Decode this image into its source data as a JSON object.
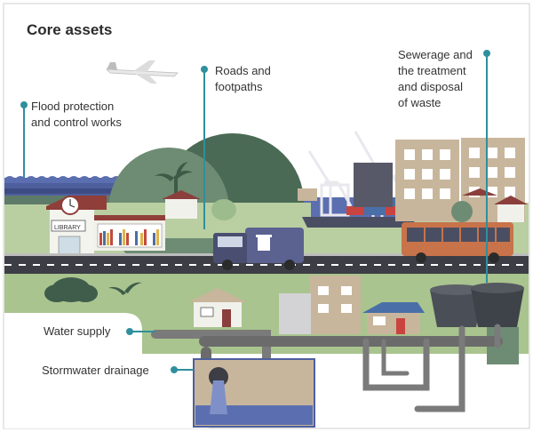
{
  "title": "Core assets",
  "labels": {
    "flood": "Flood protection\nand control works",
    "roads": "Roads and\nfootpaths",
    "sewerage": "Sewerage and\nthe treatment\nand disposal\nof waste",
    "water": "Water supply",
    "stormwater": "Stormwater drainage"
  },
  "signs": {
    "library": "LIBRARY"
  },
  "colors": {
    "teal": "#2f8f9d",
    "pipe": "#7a7a7a",
    "road": "#3d3d45",
    "grass": "#a9c48e",
    "dark_green": "#3f5d4a",
    "water": "#5b6fb0",
    "bus": "#c8734a",
    "truck": "#5b6290"
  }
}
